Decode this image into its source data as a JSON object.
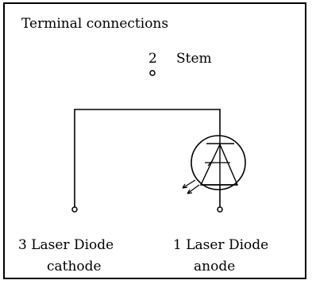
{
  "title": "Terminal  connections",
  "pins": {
    "stem": {
      "number": "2",
      "name": "Stem"
    },
    "cathode": {
      "line1": "3 Laser Diode",
      "line2": "cathode"
    },
    "anode": {
      "line1": "1 Laser Diode",
      "line2": "anode"
    }
  }
}
